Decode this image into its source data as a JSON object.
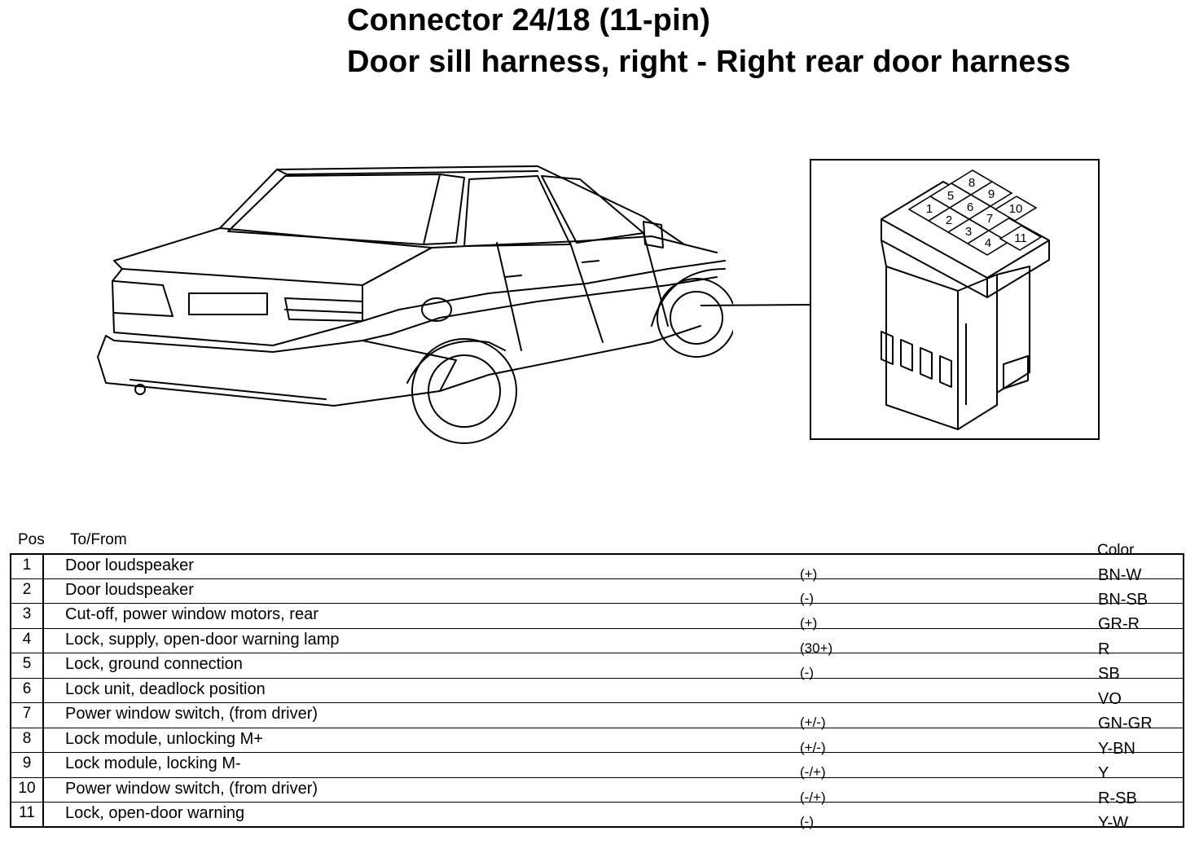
{
  "title": {
    "line1": "Connector 24/18 (11-pin)",
    "line2": "Door sill harness, right - Right rear door harness"
  },
  "connector": {
    "pin_labels": [
      "1",
      "2",
      "3",
      "4",
      "5",
      "6",
      "7",
      "8",
      "9",
      "10",
      "11"
    ]
  },
  "table": {
    "headers": {
      "pos": "Pos",
      "to_from": "To/From",
      "color": "Color"
    },
    "rows": [
      {
        "pos": "1",
        "desc": "Door loudspeaker",
        "polarity": "(+)",
        "color": "BN-W"
      },
      {
        "pos": "2",
        "desc": "Door loudspeaker",
        "polarity": "(-)",
        "color": "BN-SB"
      },
      {
        "pos": "3",
        "desc": "Cut-off, power window motors, rear",
        "polarity": "(+)",
        "color": "GR-R"
      },
      {
        "pos": "4",
        "desc": "Lock, supply, open-door warning lamp",
        "polarity": "(30+)",
        "color": "R"
      },
      {
        "pos": "5",
        "desc": "Lock, ground connection",
        "polarity": "(-)",
        "color": "SB"
      },
      {
        "pos": "6",
        "desc": "Lock unit, deadlock position",
        "polarity": "",
        "color": "VO"
      },
      {
        "pos": "7",
        "desc": "Power window switch, (from driver)",
        "polarity": "(+/-)",
        "color": "GN-GR"
      },
      {
        "pos": "8",
        "desc": "Lock module, unlocking M+",
        "polarity": "(+/-)",
        "color": "Y-BN"
      },
      {
        "pos": "9",
        "desc": "Lock module, locking M-",
        "polarity": "(-/+)",
        "color": "Y"
      },
      {
        "pos": "10",
        "desc": "Power window switch, (from driver)",
        "polarity": "(-/+)",
        "color": "R-SB"
      },
      {
        "pos": "11",
        "desc": "Lock, open-door warning",
        "polarity": "(-)",
        "color": "Y-W"
      }
    ]
  }
}
